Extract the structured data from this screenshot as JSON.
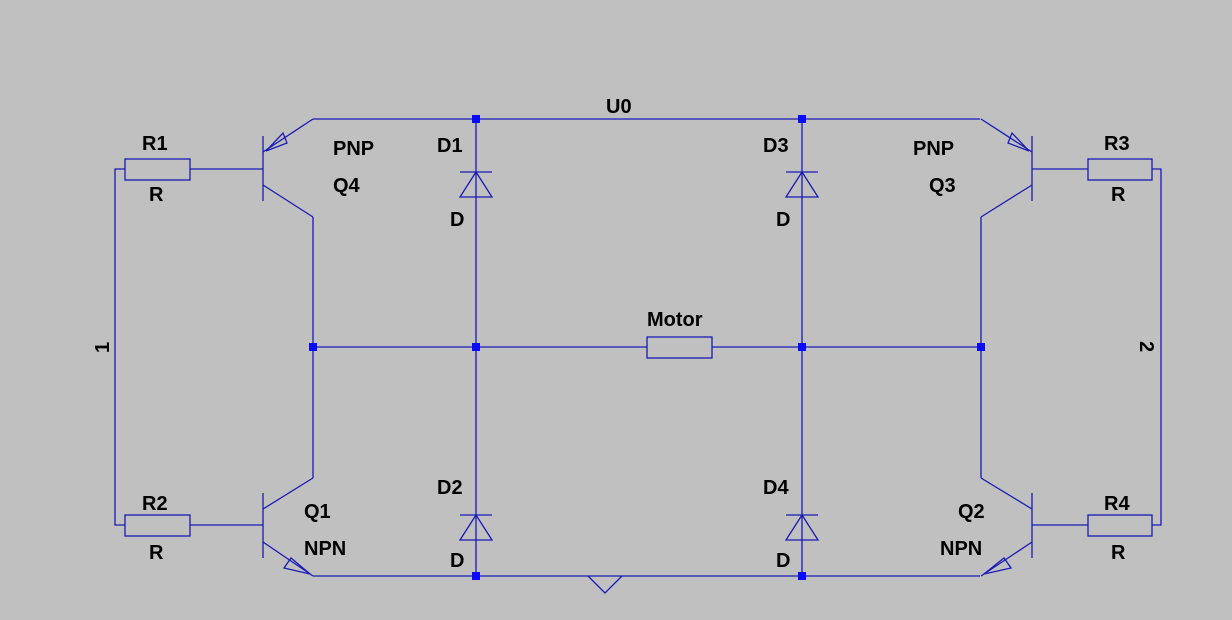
{
  "net_top": "U0",
  "net_left": "1",
  "net_right": "2",
  "motor": "Motor",
  "resistors": {
    "r1": {
      "name": "R1",
      "value": "R"
    },
    "r2": {
      "name": "R2",
      "value": "R"
    },
    "r3": {
      "name": "R3",
      "value": "R"
    },
    "r4": {
      "name": "R4",
      "value": "R"
    }
  },
  "transistors": {
    "q4": {
      "name": "Q4",
      "type": "PNP"
    },
    "q3": {
      "name": "Q3",
      "type": "PNP"
    },
    "q1": {
      "name": "Q1",
      "type": "NPN"
    },
    "q2": {
      "name": "Q2",
      "type": "NPN"
    }
  },
  "diodes": {
    "d1": {
      "name": "D1",
      "value": "D"
    },
    "d2": {
      "name": "D2",
      "value": "D"
    },
    "d3": {
      "name": "D3",
      "value": "D"
    },
    "d4": {
      "name": "D4",
      "value": "D"
    }
  },
  "colors": {
    "background": "#c0c0c0",
    "wire": "#1a1ab4",
    "junction": "#0a0aff",
    "text": "#000000"
  }
}
